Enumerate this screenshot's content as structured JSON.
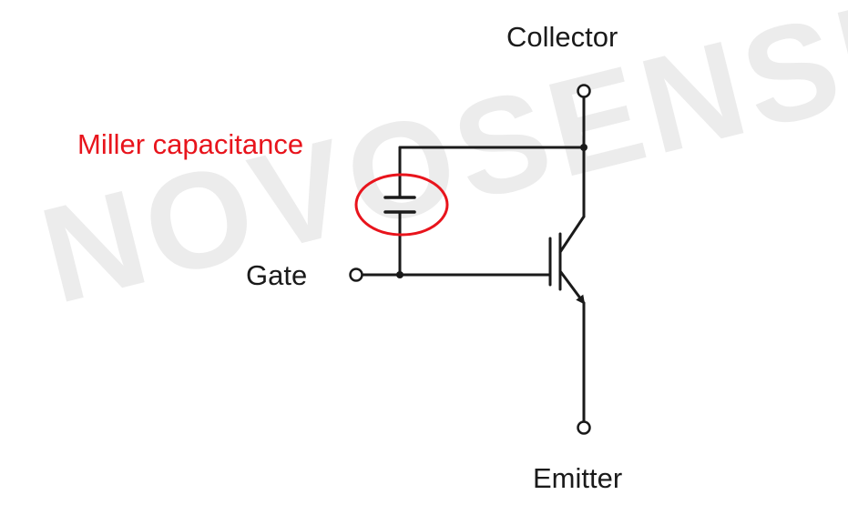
{
  "watermark": "NOVOSENSE",
  "labels": {
    "collector": "Collector",
    "gate": "Gate",
    "emitter": "Emitter",
    "miller": "Miller capacitance"
  },
  "colors": {
    "wire": "#1a1a1a",
    "highlight": "#e8141c",
    "watermark": "#ececec",
    "background": "#ffffff"
  },
  "icons": {
    "transistor": "igbt-symbol-icon",
    "capacitor": "capacitor-icon",
    "terminal": "terminal-circle-icon"
  }
}
